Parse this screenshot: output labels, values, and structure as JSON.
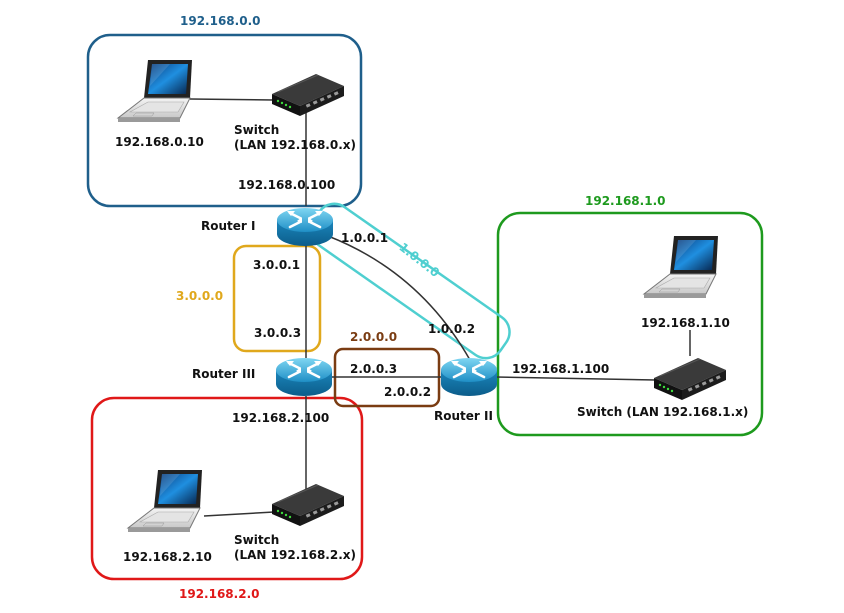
{
  "colors": {
    "lan0": "#1f5f8b",
    "lan1": "#1e9a1e",
    "lan2": "#e01818",
    "link3": "#e0a81c",
    "link2": "#7a3c12",
    "link1": "#4fcfd0"
  },
  "networks": {
    "lan0": "192.168.0.0",
    "lan1": "192.168.1.0",
    "lan2": "192.168.2.0",
    "link3": "3.0.0.0",
    "link2": "2.0.0.0",
    "link1": "1.0.0.0"
  },
  "routers": {
    "r1": "Router I",
    "r2": "Router II",
    "r3": "Router III"
  },
  "switches": {
    "sw0": "Switch\n(LAN 192.168.0.x)",
    "sw1": "Switch (LAN 192.168.1.x)",
    "sw2": "Switch\n(LAN 192.168.2.x)"
  },
  "hosts": {
    "h0": "192.168.0.10",
    "h1": "192.168.1.10",
    "h2": "192.168.2.10"
  },
  "interfaces": {
    "r1_lan": "192.168.0.100",
    "r2_lan": "192.168.1.100",
    "r3_lan": "192.168.2.100",
    "r1_if1": "1.0.0.1",
    "r2_if1": "1.0.0.2",
    "r1_if3": "3.0.0.1",
    "r3_if3": "3.0.0.3",
    "r3_if2": "2.0.0.3",
    "r2_if2": "2.0.0.2"
  }
}
